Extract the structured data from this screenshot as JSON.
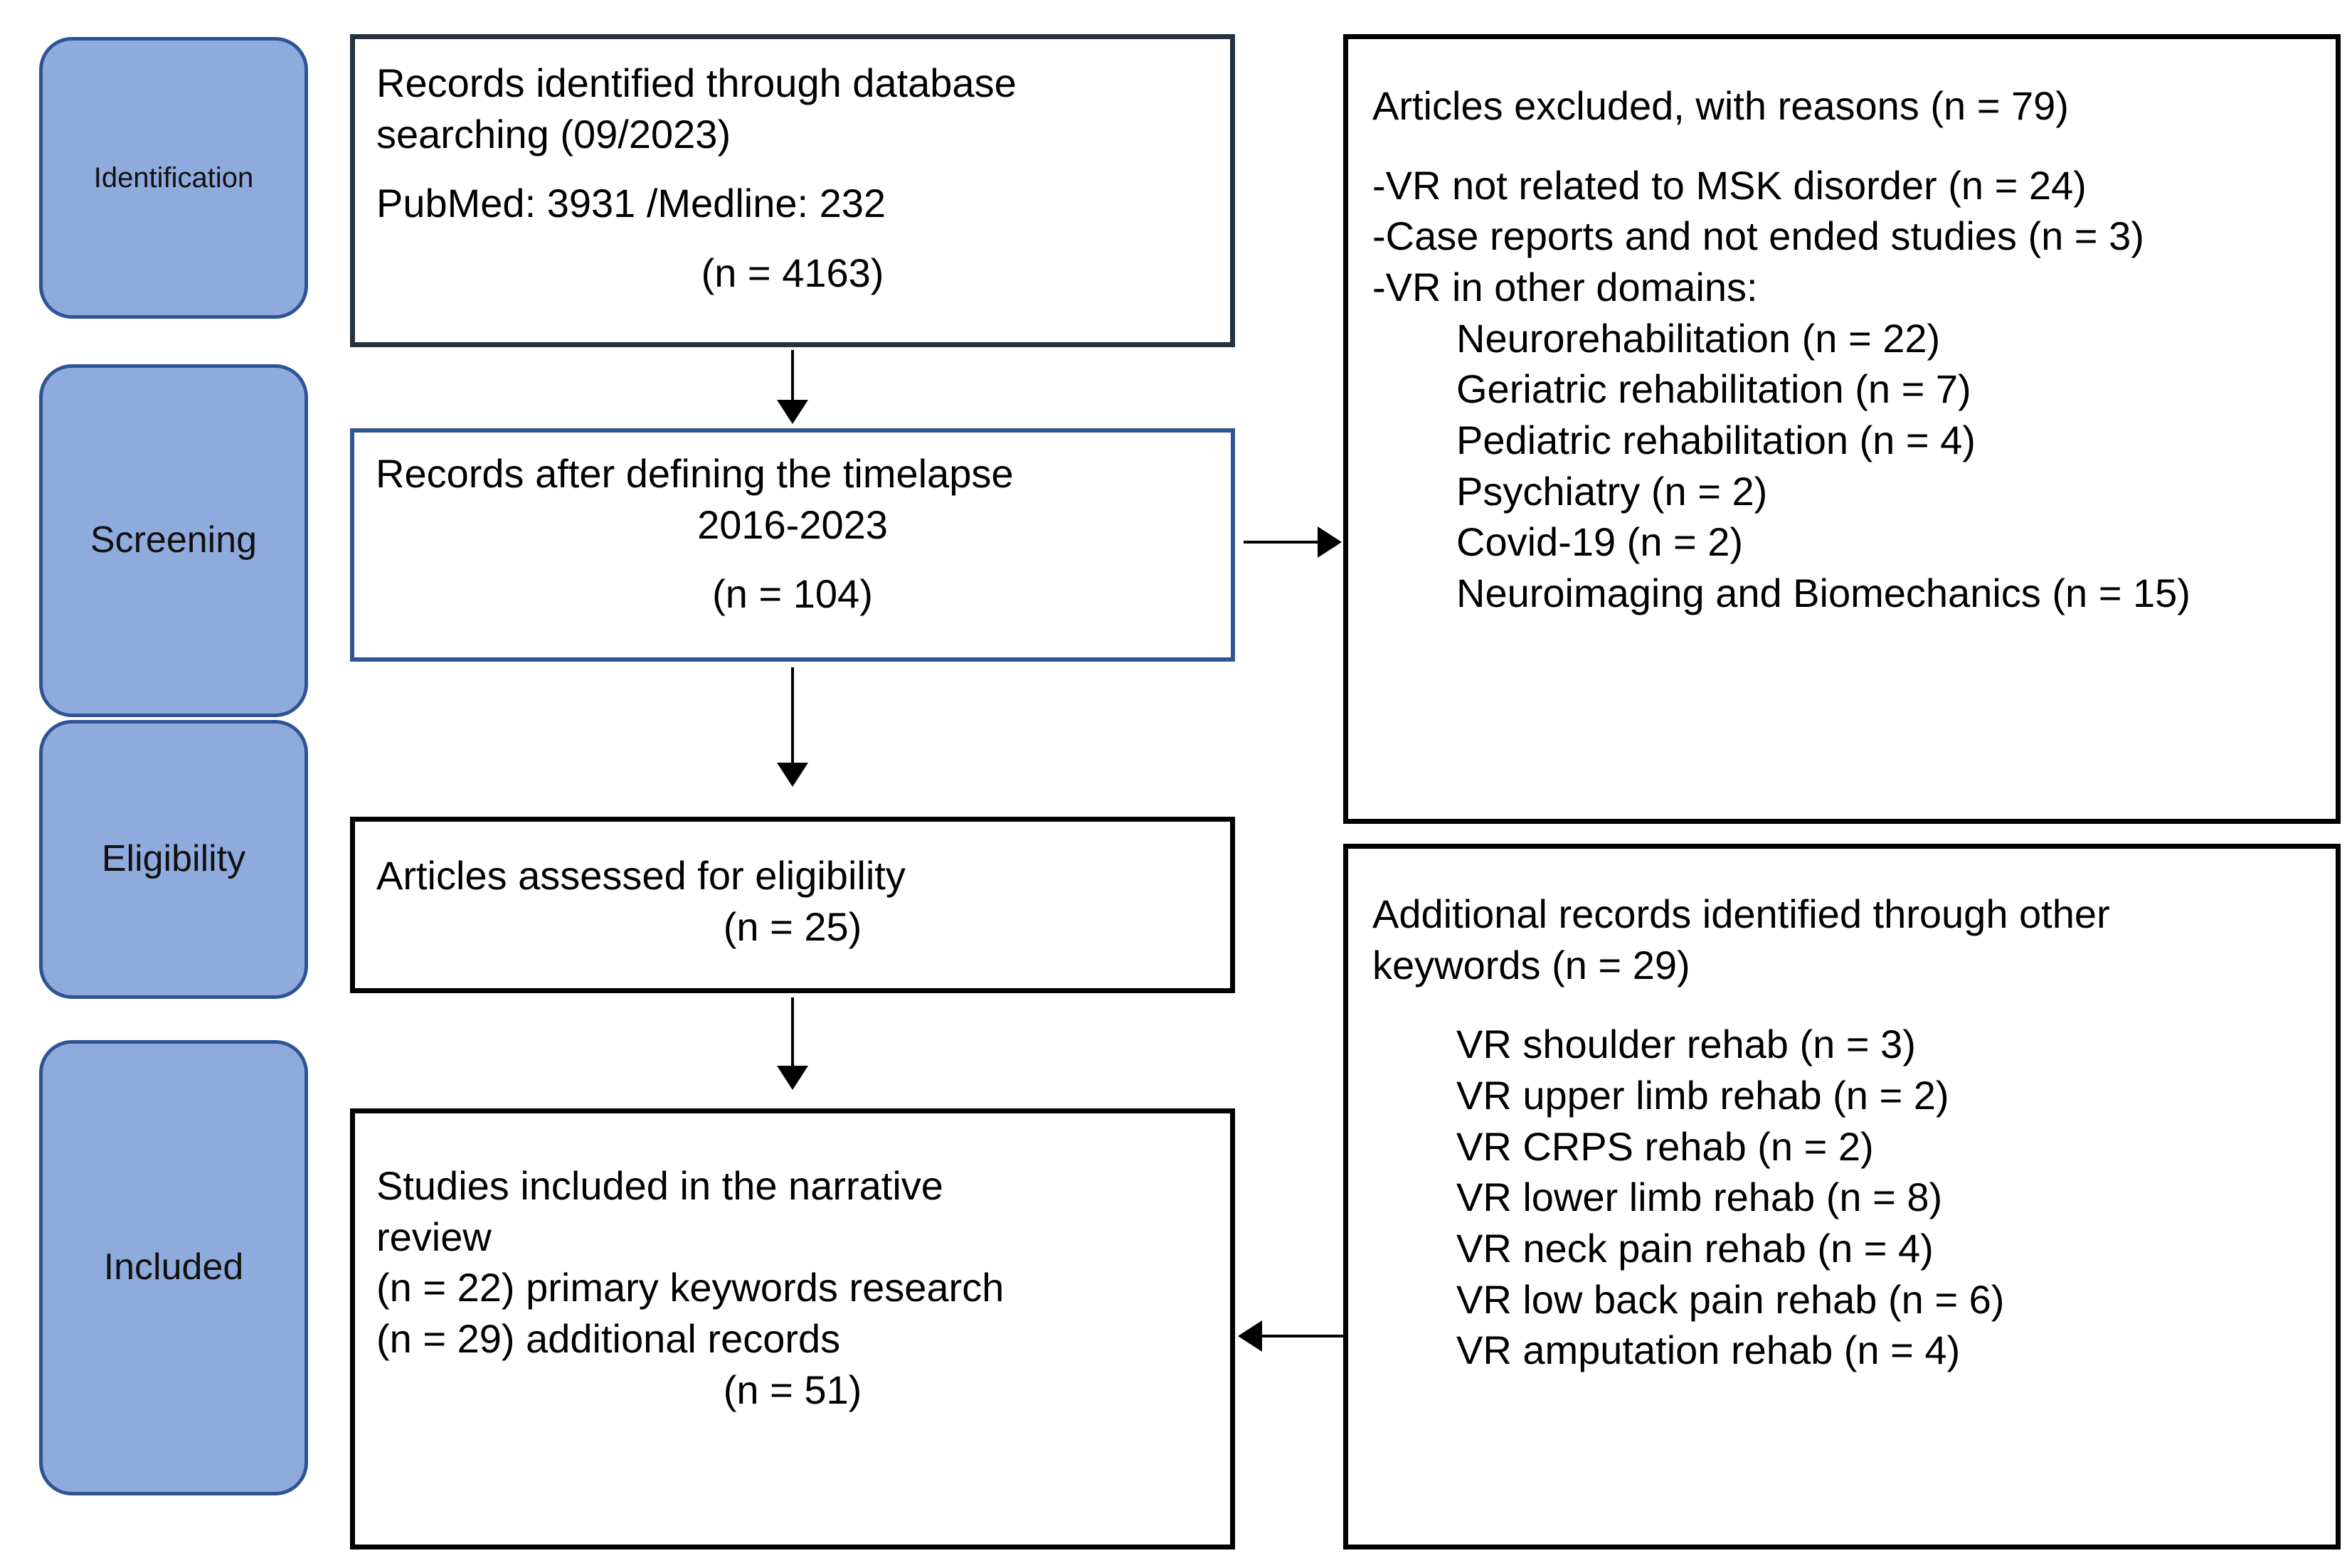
{
  "diagram": {
    "title": "PRISMA flow diagram",
    "colors": {
      "stage_fill": "#8FAADC",
      "stage_border": "#2F5496",
      "box_border_dark": "#26323F",
      "box_border_blue": "#2E5496",
      "box_border_black": "#000000",
      "text": "#000000"
    }
  },
  "stages": [
    {
      "id": "identification",
      "label": "Identification"
    },
    {
      "id": "screening",
      "label": "Screening"
    },
    {
      "id": "eligibility",
      "label": "Eligibility"
    },
    {
      "id": "included",
      "label": "Included"
    }
  ],
  "boxes": {
    "identified": {
      "line1": "Records identified through database",
      "line2": "searching (09/2023)",
      "line3": "PubMed: 3931 /Medline: 232",
      "line4": "(n = 4163)"
    },
    "timelapse": {
      "line1": "Records after defining the timelapse",
      "line2": "2016-2023",
      "line3": "(n = 104)"
    },
    "eligibility": {
      "line1": "Articles assessed for eligibility",
      "line2": "(n = 25)"
    },
    "included": {
      "line1": "Studies included in the narrative",
      "line2": "review",
      "line3": "(n = 22) primary keywords research",
      "line4": "(n = 29) additional records",
      "line5": "(n = 51)"
    },
    "excluded": {
      "heading": "Articles excluded, with reasons (n = 79)",
      "reasons": [
        "-VR not related to MSK disorder (n = 24)",
        "-Case reports and not ended studies (n = 3)",
        "-VR in other domains:"
      ],
      "domains": [
        "Neurorehabilitation (n = 22)",
        "Geriatric rehabilitation (n = 7)",
        "Pediatric rehabilitation (n = 4)",
        "Psychiatry (n = 2)",
        "Covid-19 (n = 2)",
        "Neuroimaging and Biomechanics (n = 15)"
      ]
    },
    "additional": {
      "heading_line1": "Additional records identified through other",
      "heading_line2": "keywords (n = 29)",
      "items": [
        "VR shoulder rehab (n = 3)",
        "VR upper limb rehab (n = 2)",
        "VR CRPS rehab (n = 2)",
        "VR lower limb rehab (n = 8)",
        "VR neck pain rehab (n = 4)",
        "VR low back pain rehab (n = 6)",
        "VR amputation rehab (n = 4)"
      ]
    }
  },
  "connectors": [
    {
      "id": "identified-to-timelapse",
      "direction": "down"
    },
    {
      "id": "timelapse-to-eligibility",
      "direction": "down"
    },
    {
      "id": "eligibility-to-included",
      "direction": "down"
    },
    {
      "id": "timelapse-to-excluded",
      "direction": "right"
    },
    {
      "id": "additional-to-included",
      "direction": "left"
    }
  ]
}
